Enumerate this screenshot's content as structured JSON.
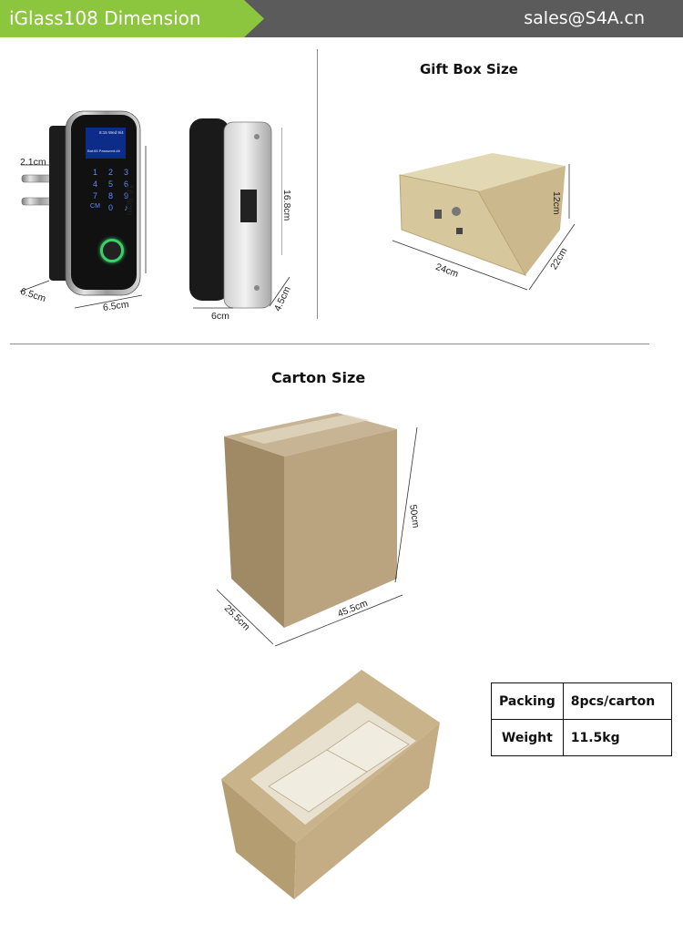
{
  "header": {
    "title": "iGlass108 Dimension",
    "email": "sales@S4A.cn",
    "colors": {
      "green": "#8cc63f",
      "bar": "#5b5b5b"
    }
  },
  "product": {
    "front": {
      "width": "6.5cm",
      "depth": "6.5cm",
      "height": "16.8cm",
      "bolt": "2.1cm"
    },
    "side": {
      "height": "16.8cm",
      "width": "6cm",
      "depth": "4.5cm"
    },
    "screen": {
      "time": "8:15 Wed 9/4",
      "status": "Bat:65  Password:##",
      "keys": [
        "1",
        "2",
        "3",
        "4",
        "5",
        "6",
        "7",
        "8",
        "9",
        "CM",
        "0",
        "♪"
      ]
    }
  },
  "gift_box": {
    "title": "Gift Box Size",
    "length": "24cm",
    "width": "22cm",
    "height": "12cm"
  },
  "carton": {
    "title": "Carton Size",
    "height": "50cm",
    "length": "45.5cm",
    "width": "25.5cm"
  },
  "spec_table": {
    "rows": [
      {
        "label": "Packing",
        "value": "8pcs/carton"
      },
      {
        "label": "Weight",
        "value": "11.5kg"
      }
    ]
  }
}
